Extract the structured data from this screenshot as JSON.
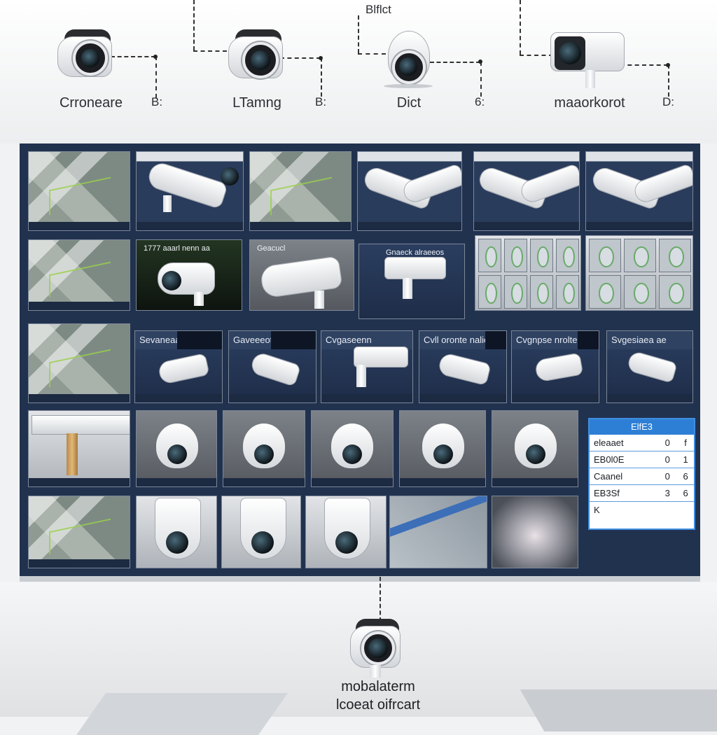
{
  "top_title": "Blflct",
  "cameras": [
    {
      "label": "Crroneare",
      "tag": "B:"
    },
    {
      "label": "LTamng",
      "tag": "B:"
    },
    {
      "label": "Dict",
      "tag": "6:"
    },
    {
      "label": "maaorkorot",
      "tag": "D:"
    }
  ],
  "dashboard": {
    "row2_captions": [
      "1777 aaarl nenn aa",
      "Geacucl",
      "Gnaeck alraeeos"
    ],
    "row3_headers": [
      "Sevaneaat nrolte",
      "Gaveeeota nrolte",
      "Cvgaseenn",
      "Cvll oronte nalie",
      "Cvgnpse nrolte",
      "Svgesiaea ae"
    ],
    "table": {
      "header": "ElfE3",
      "rows": [
        {
          "name": "eleaaet",
          "a": "0",
          "b": "f"
        },
        {
          "name": "EB0l0E",
          "a": "0",
          "b": "1"
        },
        {
          "name": "Caanel",
          "a": "0",
          "b": "6"
        },
        {
          "name": "EB3Sf",
          "a": "3",
          "b": "6"
        }
      ],
      "footer": "K"
    }
  },
  "bottom_camera": {
    "line1": "mobalaterm",
    "line2": "lcoeat oifrcart"
  }
}
